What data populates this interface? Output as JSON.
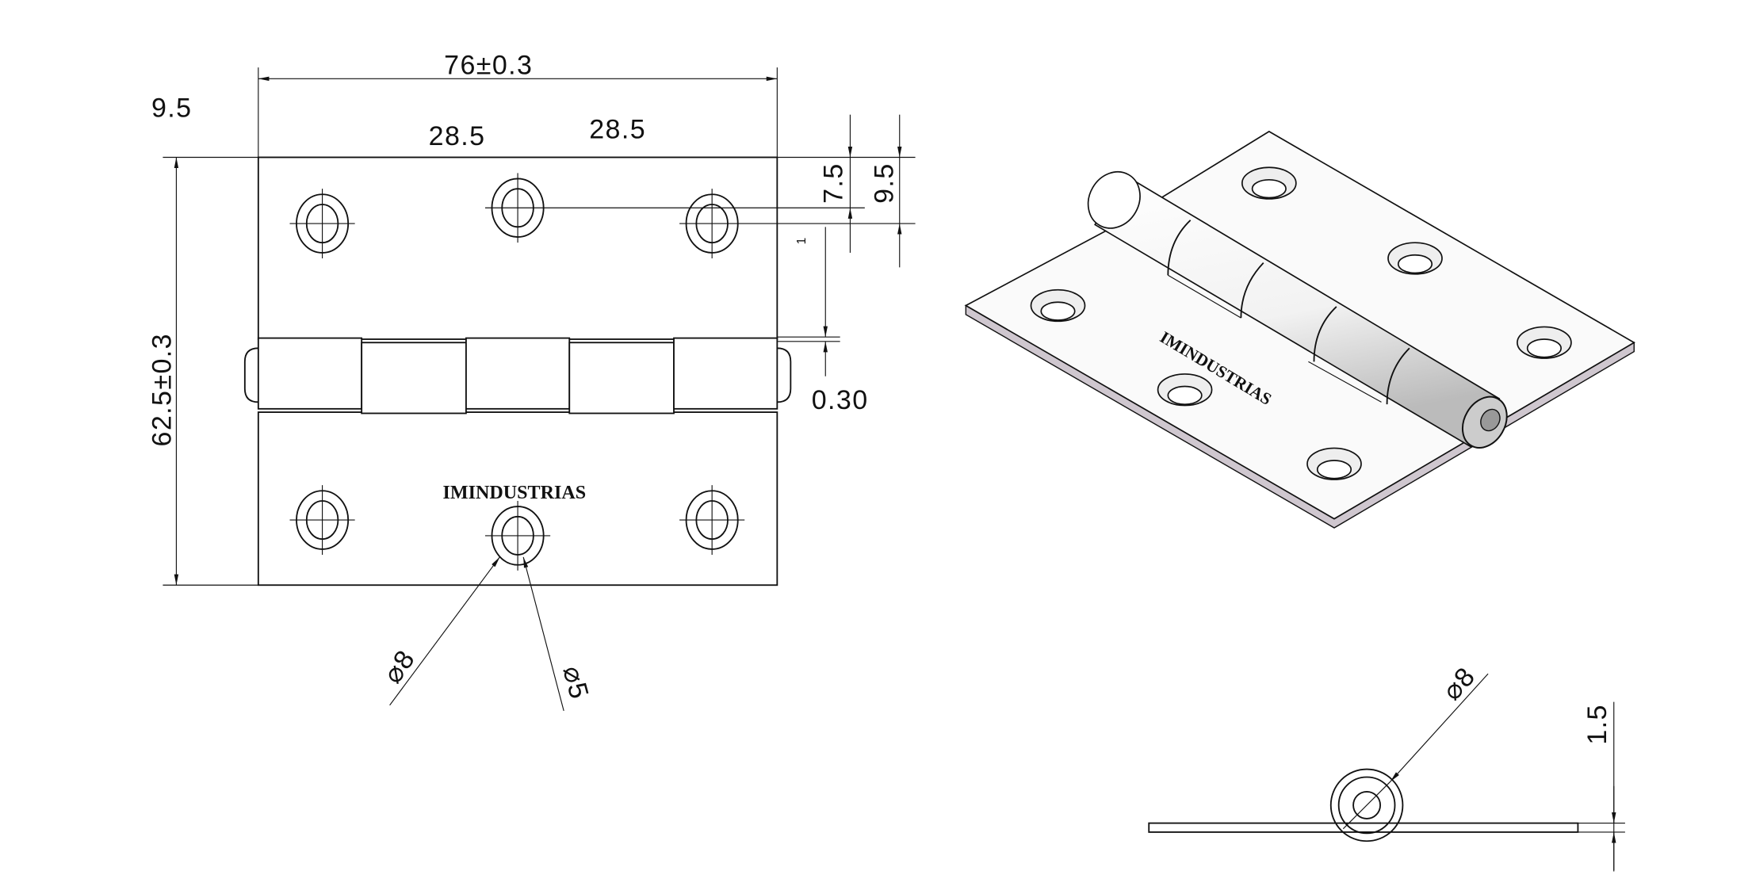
{
  "front_view": {
    "brand": "IMINDUSTRIAS",
    "dims": {
      "width": "76±0.3",
      "edge_offset": "9.5",
      "hole_spacing_left": "28.5",
      "hole_spacing_right": "28.5",
      "height": "62.5±0.3",
      "hole_row_offset_a": "7.5",
      "hole_row_offset_b": "9.5",
      "small_mark": "1",
      "gap": "0.30",
      "countersink_dia": "⌀8",
      "hole_dia": "⌀5"
    }
  },
  "iso_view": {
    "brand": "IMINDUSTRIAS"
  },
  "side_view": {
    "dims": {
      "knuckle_dia": "⌀8",
      "thickness": "1.5"
    }
  }
}
